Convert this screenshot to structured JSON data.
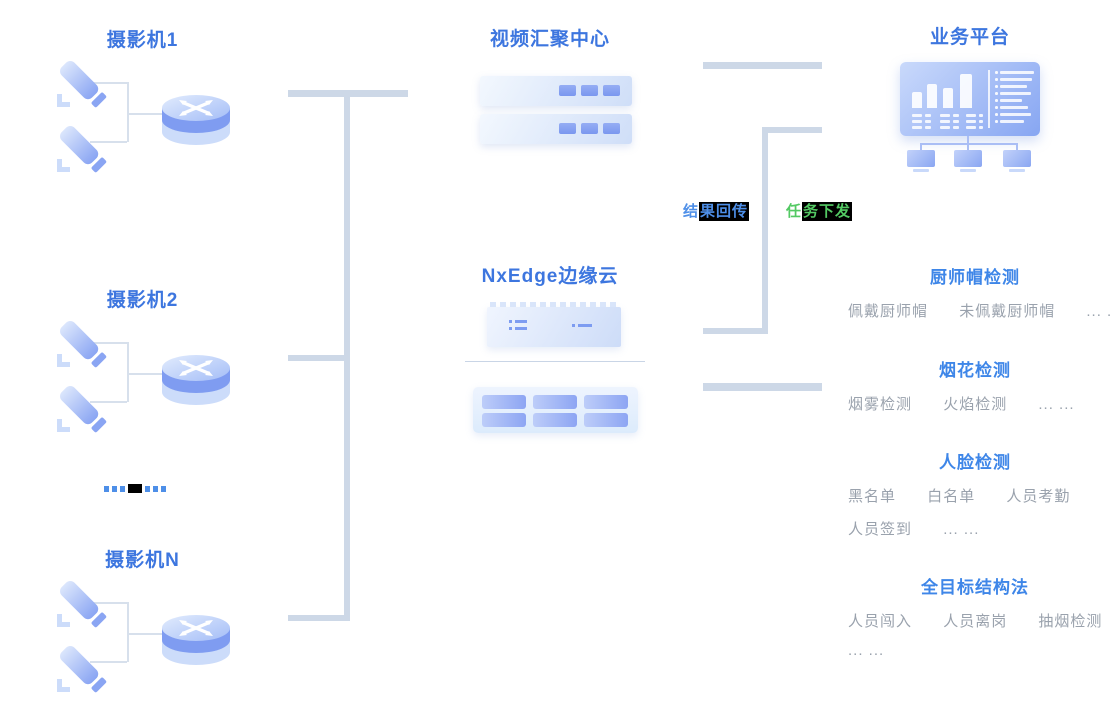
{
  "palette": {
    "title_blue": "#3D76DF",
    "heading_blue": "#3E86E8",
    "body_gray": "#9AA2AD",
    "line_gray": "#CDD8E7",
    "label_blue": "#4E8FE8",
    "label_green": "#53C963",
    "highlight_black": "#000000"
  },
  "camera_groups": [
    {
      "title": "摄影机1"
    },
    {
      "title": "摄影机2"
    },
    {
      "title": "摄影机N"
    }
  ],
  "center": {
    "video_hub_title": "视频汇聚中心",
    "edge_cloud_title": "NxEdge边缘云"
  },
  "flow_labels": {
    "result_return_head": "结",
    "result_return_rest": "果回传",
    "task_dispatch_head": "任",
    "task_dispatch_rest": "务下发"
  },
  "platform": {
    "title": "业务平台",
    "sections": [
      {
        "heading": "厨师帽检测",
        "rows": [
          [
            "佩戴厨师帽",
            "未佩戴厨师帽",
            "... ..."
          ]
        ]
      },
      {
        "heading": "烟花检测",
        "rows": [
          [
            "烟雾检测",
            "火焰检测",
            "... ..."
          ]
        ]
      },
      {
        "heading": "人脸检测",
        "rows": [
          [
            "黑名单",
            "白名单",
            "人员考勤"
          ],
          [
            "人员签到",
            "... ..."
          ]
        ]
      },
      {
        "heading": "全目标结构法",
        "rows": [
          [
            "人员闯入",
            "人员离岗",
            "抽烟检测"
          ],
          [
            "... ..."
          ]
        ]
      }
    ]
  }
}
